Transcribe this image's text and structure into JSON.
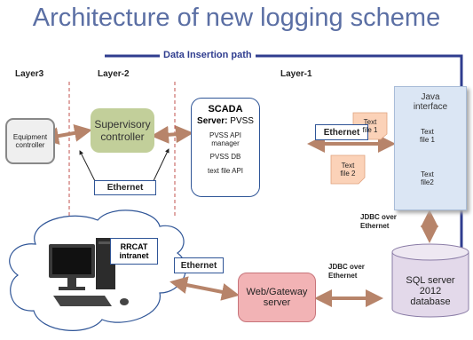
{
  "title": "Architecture of new logging scheme",
  "data_path_label": "Data Insertion path",
  "layers": [
    "Layer3",
    "Layer-2",
    "Layer-1"
  ],
  "equipment": {
    "line1": "Equipment",
    "line2": "controller"
  },
  "supervisory": {
    "line1": "Supervisory",
    "line2": "controller"
  },
  "scada": {
    "title": "SCADA",
    "server_label": "Server:",
    "server_name": "PVSS",
    "api_line1": "PVSS API",
    "api_line2": "manager",
    "db": "PVSS DB",
    "file_api": "text file API"
  },
  "java": {
    "line1": "Java",
    "line2": "interface"
  },
  "text_files": {
    "tf1a": {
      "line1": "Text",
      "line2": "file 1"
    },
    "tf2a": {
      "line1": "Text",
      "line2": "file 2"
    },
    "tf1b": {
      "line1": "Text",
      "line2": "file 1"
    },
    "tf2b": {
      "line1": "Text",
      "line2": "file2"
    }
  },
  "ethernet_labels": {
    "layer2": "Ethernet",
    "scada_java": "Ethernet",
    "lower": "Ethernet"
  },
  "jdbc_java": {
    "line1": "JDBC over",
    "line2": "Ethernet"
  },
  "jdbc_web": {
    "line1": "JDBC over",
    "line2": "Ethernet"
  },
  "rrcat": {
    "line1": "RRCAT",
    "line2": "intranet"
  },
  "web": {
    "line1": "Web/Gateway",
    "line2": "server"
  },
  "sql": {
    "line1": "SQL server",
    "line2": "2012",
    "line3": "database"
  },
  "colors": {
    "title": "#5b6fa4",
    "accent_blue": "#2f3d8f",
    "arrow_brown": "#b7846a",
    "supervisory_fill": "#c2cf9a",
    "java_fill": "#dbe6f4",
    "textfile_fill": "#fbd2b8",
    "web_fill": "#f2b3b5",
    "sql_fill": "#e3d9ea"
  }
}
